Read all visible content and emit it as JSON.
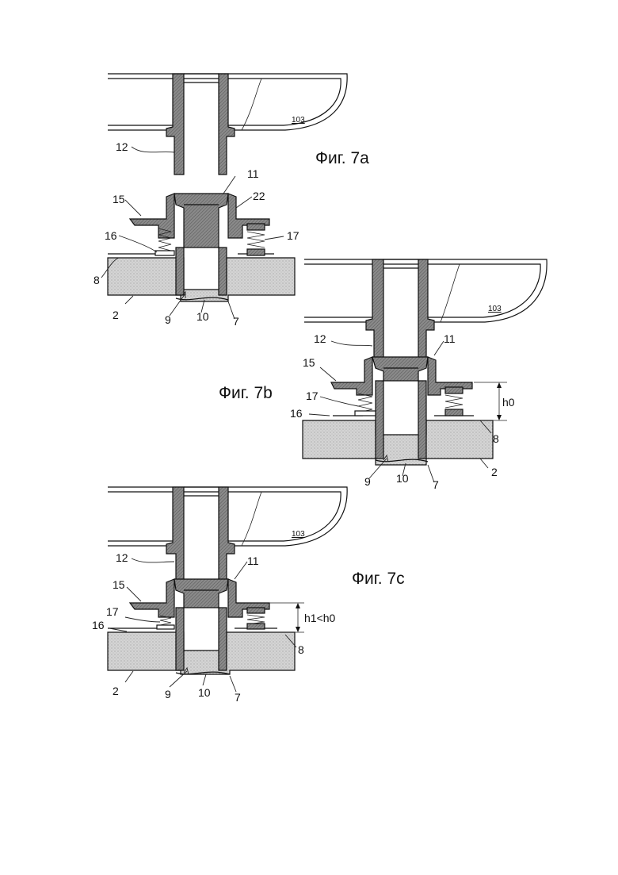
{
  "figures": [
    {
      "caption": "Фиг. 7a",
      "labels": {
        "tank": "103",
        "nozzle": "12",
        "adapter_top": "11",
        "seal": "22",
        "plate": "15",
        "spring_right": "17",
        "spring_left": "16",
        "surface": "8",
        "body": "2",
        "pipe": "9",
        "bore": "10",
        "edge": "7"
      }
    },
    {
      "caption": "Фиг. 7b",
      "labels": {
        "tank": "103",
        "nozzle": "12",
        "adapter_top": "11",
        "plate": "15",
        "spring": "17",
        "base_plate": "16",
        "gap": "h0",
        "surface": "8",
        "body": "2",
        "pipe": "9",
        "bore": "10",
        "edge": "7"
      }
    },
    {
      "caption": "Фиг. 7c",
      "labels": {
        "tank": "103",
        "nozzle": "12",
        "adapter_top": "11",
        "plate": "15",
        "spring": "17",
        "base_plate": "16",
        "gap": "h1<h0",
        "surface": "8",
        "body": "2",
        "pipe": "9",
        "bore": "10",
        "edge": "7"
      }
    }
  ]
}
